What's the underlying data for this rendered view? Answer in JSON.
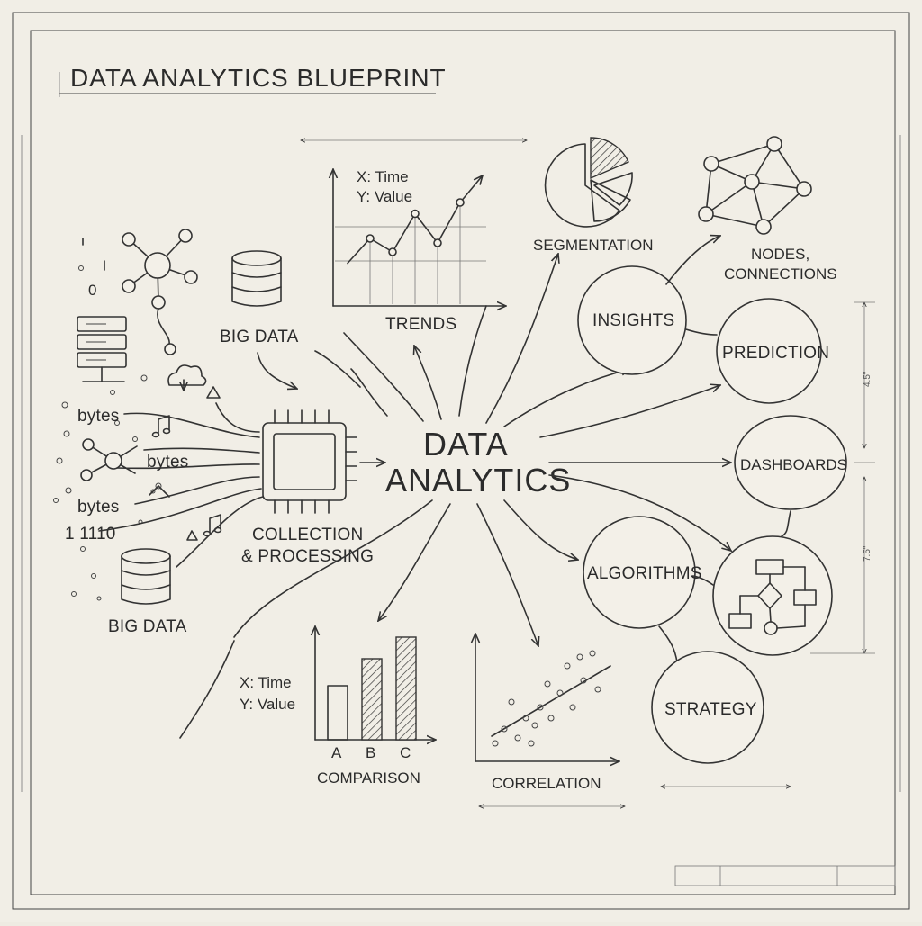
{
  "title": "DATA ANALYTICS BLUEPRINT",
  "center": {
    "line1": "DATA",
    "line2": "ANALYTICS"
  },
  "sources": {
    "bytes_1": "bytes",
    "bytes_2": "bytes",
    "bytes_3": "bytes",
    "binary": "1 1110",
    "digit_zero": "0",
    "big_data_top": "BIG DATA",
    "big_data_bottom": "BIG DATA"
  },
  "processing": {
    "line1": "COLLECTION",
    "line2": "& PROCESSING"
  },
  "trends_chart": {
    "x_axis": "X: Time",
    "y_axis": "Y: Value",
    "label": "TRENDS",
    "values": [
      1.5,
      2.6,
      2.0,
      3.7,
      2.4,
      4.2,
      5.4
    ]
  },
  "comparison_chart": {
    "x_axis": "X: Time",
    "y_axis": "Y: Value",
    "categories": [
      "A",
      "B",
      "C"
    ],
    "values": [
      3,
      4.5,
      5.7
    ],
    "label": "COMPARISON"
  },
  "segmentation": {
    "label": "SEGMENTATION"
  },
  "network": {
    "line1": "NODES,",
    "line2": "CONNECTIONS"
  },
  "correlation": {
    "label": "CORRELATION"
  },
  "outputs": {
    "insights": "INSIGHTS",
    "prediction": "PREDICTION",
    "dashboards": "DASHBOARDS",
    "algorithms": "ALGORITHMS",
    "strategy": "STRATEGY"
  },
  "dimensions": {
    "upper": "4.5\"",
    "lower": "7.5\""
  }
}
